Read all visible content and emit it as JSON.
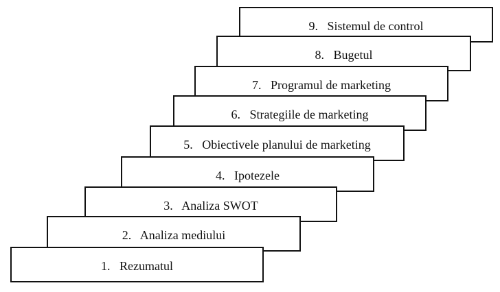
{
  "steps": [
    {
      "label": "1.   Rezumatul"
    },
    {
      "label": "2.   Analiza mediului"
    },
    {
      "label": "3.   Analiza SWOT"
    },
    {
      "label": "4.   Ipotezele"
    },
    {
      "label": "5.   Obiectivele planului de marketing"
    },
    {
      "label": "6.   Strategiile de marketing"
    },
    {
      "label": "7.   Programul de marketing"
    },
    {
      "label": "8.   Bugetul"
    },
    {
      "label": "9.   Sistemul de control"
    }
  ]
}
